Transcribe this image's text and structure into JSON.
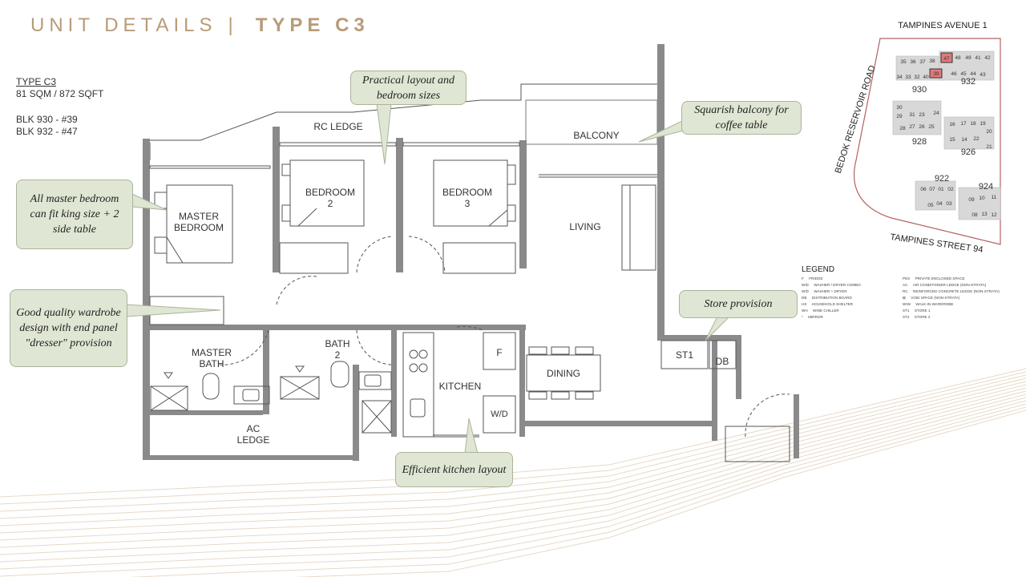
{
  "header": {
    "title_main": "UNIT DETAILS",
    "separator": "|",
    "title_type": "TYPE C3"
  },
  "unit_info": {
    "type_label": "TYPE C3",
    "area": "81 SQM / 872 SQFT",
    "blk1": "BLK 930 - #39",
    "blk2": "BLK 932 - #47"
  },
  "callouts": {
    "practical": "Practical layout and bedroom sizes",
    "balcony": "Squarish balcony for coffee table",
    "master": "All master bedroom can fit king size + 2 side table",
    "wardrobe": "Good quality wardrobe design with end panel \"dresser\" provision",
    "store": "Store provision",
    "kitchen": "Efficient kitchen layout"
  },
  "rooms": {
    "rc_ledge": "RC LEDGE",
    "balcony": "BALCONY",
    "master_bedroom_1": "MASTER",
    "master_bedroom_2": "BEDROOM",
    "bedroom2_1": "BEDROOM",
    "bedroom2_2": "2",
    "bedroom3_1": "BEDROOM",
    "bedroom3_2": "3",
    "living": "LIVING",
    "master_bath_1": "MASTER",
    "master_bath_2": "BATH",
    "bath2_1": "BATH",
    "bath2_2": "2",
    "kitchen": "KITCHEN",
    "fridge": "F",
    "wd": "W/D",
    "dining": "DINING",
    "st1": "ST1",
    "db": "DB",
    "ac_ledge_1": "AC",
    "ac_ledge_2": "LEDGE"
  },
  "site_plan": {
    "road_top": "TAMPINES AVENUE 1",
    "road_left": "BEDOK RESERVOIR ROAD",
    "road_bottom": "TAMPINES STREET 94",
    "highlight_color": "#e07a7a",
    "blocks": {
      "b930": "930",
      "b932": "932",
      "b928": "928",
      "b926": "926",
      "b922": "922",
      "b924": "924"
    },
    "units": {
      "u35": "35",
      "u36": "36",
      "u37": "37",
      "u38": "38",
      "u47": "47",
      "u48": "48",
      "u49": "49",
      "u41": "41",
      "u42": "42",
      "u34": "34",
      "u33": "33",
      "u32": "32",
      "u40": "40",
      "u39": "39",
      "u46": "46",
      "u45": "45",
      "u44": "44",
      "u43": "43",
      "u30": "30",
      "u29": "29",
      "u24": "24",
      "u31": "31",
      "u23": "23",
      "u28": "28",
      "u27": "27",
      "u26": "26",
      "u25": "25",
      "u16": "16",
      "u17": "17",
      "u18": "18",
      "u19": "19",
      "u20": "20",
      "u15": "15",
      "u14": "14",
      "u22": "22",
      "u21": "21",
      "u06": "06",
      "u07": "07",
      "u01": "01",
      "u02": "02",
      "u05": "05",
      "u04": "04",
      "u03": "03",
      "u09": "09",
      "u10": "10",
      "u11": "11",
      "u08": "08",
      "u13": "13",
      "u12": "12"
    }
  },
  "legend": {
    "heading": "LEGEND",
    "rows": [
      {
        "code": "F",
        "text": "FRIDGE"
      },
      {
        "code": "W/D",
        "text": "WASHER / DRYER COMBO"
      },
      {
        "code": "W/D",
        "text": "WASHER + DRYER"
      },
      {
        "code": "DB",
        "text": "DISTRIBUTION BOARD"
      },
      {
        "code": "HS",
        "text": "HOUSEHOLD SHELTER"
      },
      {
        "code": "WH",
        "text": "WINE CHILLER"
      },
      {
        "code": "*",
        "text": "MIRROR"
      },
      {
        "code": "PES",
        "text": "PRIVATE ENCLOSED SPACE"
      },
      {
        "code": "AC",
        "text": "AIR CONDITIONER LEDGE (NON-STRATA)"
      },
      {
        "code": "RC",
        "text": "REINFORCED CONCRETE LEDGE (NON-STRATA)"
      },
      {
        "code": "⊠",
        "text": "VOID SPACE (NON-STRATA)"
      },
      {
        "code": "WIW",
        "text": "WALK-IN WARDROBE"
      },
      {
        "code": "ST1",
        "text": "STORE 1"
      },
      {
        "code": "ST2",
        "text": "STORE 2"
      }
    ]
  },
  "colors": {
    "title": "#b89b78",
    "wall": "#8a8a8a",
    "callout_fill": "#dfe6d3",
    "callout_border": "#a9b59a"
  }
}
